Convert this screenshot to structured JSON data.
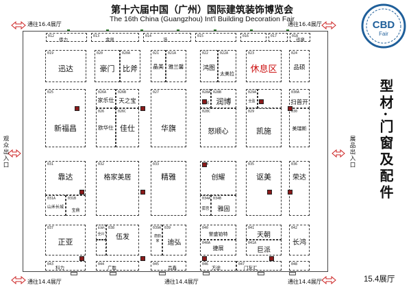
{
  "header": {
    "title_cn": "第十六届中国（广州）国际建筑装饰博览会",
    "title_en": "The 16th China (Guangzhou) Int'l Building Decoration Fair"
  },
  "gates": {
    "top_left": "通往16.4展厅",
    "top_right": "通往16.4展厅",
    "bottom_left": "通往14.4展厅",
    "bottom_center": "通往14.4展厅",
    "bottom_right": "通往14.4展厅"
  },
  "side_labels": {
    "left": "观众出入口",
    "right": "展品出入口"
  },
  "logo": {
    "text_top": "CBD",
    "text_bottom": "Fair"
  },
  "hall": {
    "category": "型材·门窗及配件",
    "number": "15.4展厅"
  },
  "booths": {
    "b019": {
      "code": "019",
      "name": "迅达"
    },
    "b020": {
      "code": "020",
      "name": "豪门"
    },
    "b020a": {
      "code": "020A",
      "name": "比斧"
    },
    "b021": {
      "code": "021",
      "name": "晶美"
    },
    "b021a": {
      "code": "021A",
      "name": "雅兰馨"
    },
    "b022": {
      "code": "022",
      "name": "鸿图"
    },
    "b022a": {
      "code": "022A",
      "name": "太美拉"
    },
    "b023": {
      "code": "023",
      "name": "休息区"
    },
    "b024": {
      "code": "024",
      "name": "品硕"
    },
    "b025": {
      "code": "025",
      "name": "新福昌"
    },
    "b026a": {
      "code": "026A",
      "name": "家乐仕"
    },
    "b026b": {
      "code": "026B",
      "name": "天之宝"
    },
    "b026": {
      "code": "026",
      "name": "欧华仕"
    },
    "b026c": {
      "code": "026C",
      "name": "佳仕"
    },
    "b027": {
      "code": "027",
      "name": "华旗"
    },
    "b028": {
      "code": "028",
      "name": "润博"
    },
    "b028a": {
      "code": "028A",
      "name": "富邦"
    },
    "b028b": {
      "code": "028B",
      "name": ""
    },
    "b028c": {
      "code": "028C",
      "name": "怒顺心"
    },
    "b029": {
      "code": "029",
      "name": "凯施"
    },
    "b029a": {
      "code": "029A",
      "name": "全盈"
    },
    "b030": {
      "code": "030",
      "name": "美瑞斯"
    },
    "b030a": {
      "code": "030A",
      "name": "扫普开"
    },
    "b031": {
      "code": "031",
      "name": "靠达"
    },
    "b031a": {
      "code": "031A",
      "name": "山禾长城"
    },
    "b031b": {
      "code": "031B",
      "name": "宝鼎"
    },
    "b032": {
      "code": "032",
      "name": "格家美居"
    },
    "b033": {
      "code": "033",
      "name": "精雅"
    },
    "b034": {
      "code": "034",
      "name": "创耀"
    },
    "b034a": {
      "code": "034A",
      "name": "弧宫"
    },
    "b034b": {
      "code": "034B",
      "name": "雅固"
    },
    "b035": {
      "code": "035",
      "name": "讴美"
    },
    "b036": {
      "code": "036",
      "name": "荣达"
    },
    "b037": {
      "code": "037",
      "name": "正亚"
    },
    "b038": {
      "code": "038",
      "name": "伍发"
    },
    "b038a": {
      "code": "038A",
      "name": "全兴"
    },
    "b039": {
      "code": "039",
      "name": "迪弘"
    },
    "b039a": {
      "code": "039A",
      "name": "唐韵家"
    },
    "b040": {
      "code": "040",
      "name": "誉盛铂特"
    },
    "b040a": {
      "code": "040A",
      "name": "捷展"
    },
    "b041": {
      "code": "041",
      "name": "天朝"
    },
    "b041a": {
      "code": "041A",
      "name": "巨派"
    },
    "b042": {
      "code": "042",
      "name": "长鸿"
    },
    "b043": {
      "code": "043",
      "name": "科力"
    },
    "b044": {
      "code": "044",
      "name": "广胜"
    },
    "b045": {
      "code": "045",
      "name": "吕鑫"
    },
    "b046": {
      "code": "046",
      "name": "方途"
    },
    "b047": {
      "code": "047",
      "name": "门友汇"
    },
    "b048": {
      "code": "048",
      "name": ""
    },
    "top1": {
      "code": "012",
      "name": "伟力"
    },
    "top2": {
      "code": "013",
      "name": "金凯"
    },
    "top3": {
      "code": "014",
      "name": "浩"
    },
    "top4": {
      "code": "015",
      "name": ""
    },
    "top5": {
      "code": "016",
      "name": ""
    },
    "top6": {
      "code": "017",
      "name": ""
    },
    "top7": {
      "code": "018",
      "name": "迅泉"
    }
  }
}
